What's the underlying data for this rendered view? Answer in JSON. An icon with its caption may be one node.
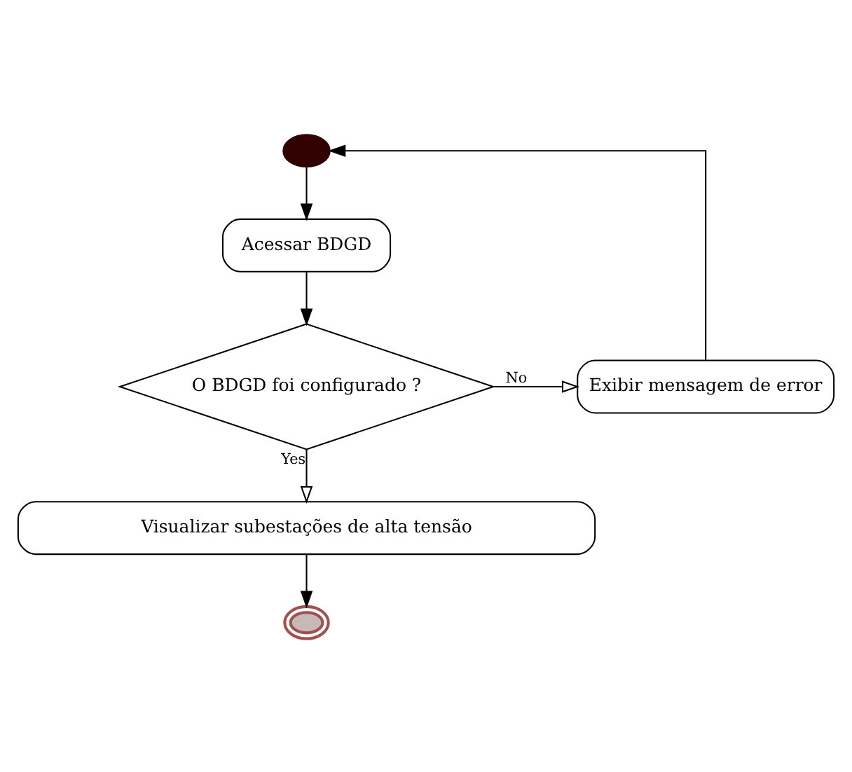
{
  "diagram": {
    "nodes": [
      {
        "text": [],
        "shape": "circle"
      },
      {
        "text": [
          "Acessar BDGD"
        ]
      },
      {
        "text": [
          "O BDGD foi configurado ?"
        ]
      },
      {
        "text": [
          "Exibir mensagem de error"
        ]
      },
      {
        "text": [
          "Visualizar subestações de alta tensão"
        ]
      },
      {
        "text": [],
        "shape": "circle"
      }
    ],
    "edges": [
      {
        "from": 0,
        "to": 1,
        "arrow": "to"
      },
      {
        "from": 1,
        "to": 2,
        "arrow": "to"
      },
      {
        "from": 2,
        "to": 3,
        "arrow": "to",
        "label": "No"
      },
      {
        "from": 3,
        "to": 0,
        "arrow": "to"
      },
      {
        "from": 2,
        "to": 4,
        "arrow": "to",
        "label": "Yes"
      },
      {
        "from": 4,
        "to": 5,
        "arrow": "to"
      }
    ]
  }
}
